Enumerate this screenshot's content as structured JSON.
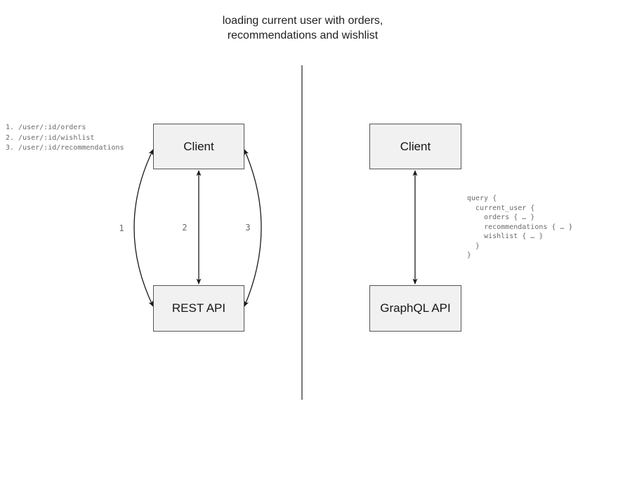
{
  "title": "loading current user with orders,\nrecommendations and wishlist",
  "left_panel": {
    "client_label": "Client",
    "api_label": "REST API",
    "endpoints": [
      "1. /user/:id/orders",
      "2. /user/:id/wishlist",
      "3. /user/:id/recommendations"
    ],
    "arrow_labels": [
      "1",
      "2",
      "3"
    ]
  },
  "right_panel": {
    "client_label": "Client",
    "api_label": "GraphQL API",
    "query": "query {\n  current_user {\n    orders { … }\n    recommendations { … }\n    wishlist { … }\n  }\n}"
  },
  "colors": {
    "box_fill": "#f1f1f1",
    "box_border": "#555555",
    "arrow": "#1a1a1a",
    "muted_text": "#6b6b6b",
    "divider": "#4d4d4d"
  }
}
